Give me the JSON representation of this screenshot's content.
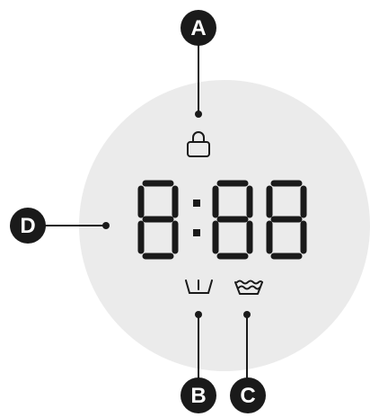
{
  "display": {
    "time_reading": "8:88",
    "background_color": "#ebebeb",
    "segment_color": "#1a1a1a"
  },
  "callouts": {
    "a": {
      "label": "A",
      "points_to": "lock-icon"
    },
    "b": {
      "label": "B",
      "points_to": "power-standby-icon"
    },
    "c": {
      "label": "C",
      "points_to": "wash-basin-icon"
    },
    "d": {
      "label": "D",
      "points_to": "display-panel"
    }
  },
  "icons": {
    "lock": "lock-icon",
    "standby": "power-standby-icon",
    "basin": "wash-basin-icon"
  }
}
